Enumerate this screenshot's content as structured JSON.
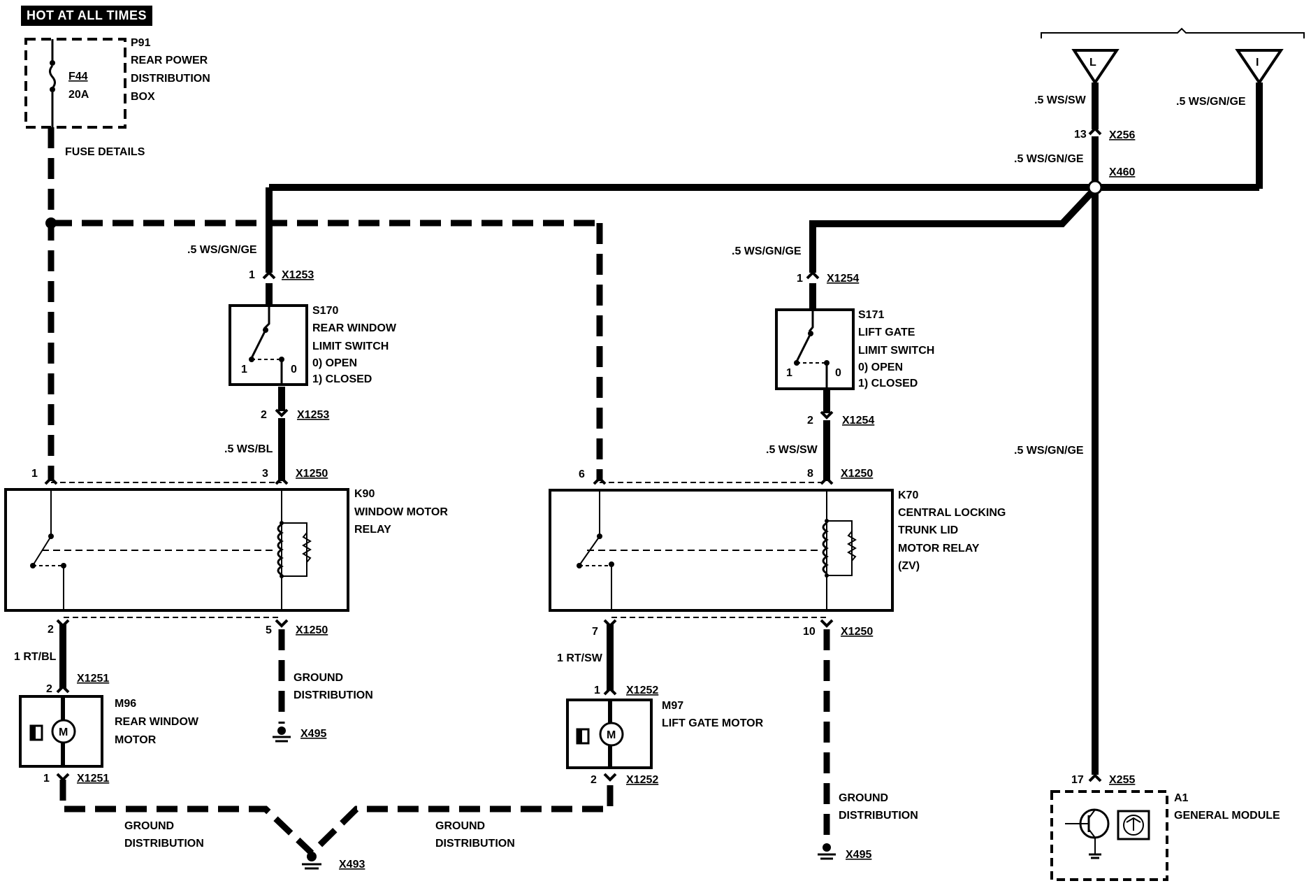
{
  "header": {
    "banner": "HOT AT ALL TIMES"
  },
  "fuse_box": {
    "id": "P91",
    "line1": "REAR POWER",
    "line2": "DISTRIBUTION",
    "line3": "BOX",
    "fuse_id": "F44",
    "fuse_rating": "20A",
    "details": "FUSE DETAILS"
  },
  "wires": {
    "ws_sw": ".5 WS/SW",
    "ws_gn_ge": ".5 WS/GN/GE",
    "ws_bl": ".5 WS/BL",
    "rt_bl": "1 RT/BL",
    "rt_sw": "1 RT/SW"
  },
  "connectors": {
    "x256": "X256",
    "x460": "X460",
    "x1253": "X1253",
    "x1254": "X1254",
    "x1250": "X1250",
    "x1251": "X1251",
    "x1252": "X1252",
    "x495": "X495",
    "x493": "X493",
    "x255": "X255"
  },
  "pins": {
    "p1": "1",
    "p2": "2",
    "p3": "3",
    "p5": "5",
    "p6": "6",
    "p7": "7",
    "p8": "8",
    "p10": "10",
    "p13": "13",
    "p17": "17",
    "sw1": "1",
    "sw0": "0"
  },
  "terminals": {
    "left": "L",
    "right": "I"
  },
  "s170": {
    "id": "S170",
    "line1": "REAR WINDOW",
    "line2": "LIMIT SWITCH",
    "state0": "0)   OPEN",
    "state1": "1)   CLOSED"
  },
  "s171": {
    "id": "S171",
    "line1": "LIFT GATE",
    "line2": "LIMIT SWITCH",
    "state0": "0)   OPEN",
    "state1": "1)   CLOSED"
  },
  "k90": {
    "id": "K90",
    "line1": "WINDOW MOTOR",
    "line2": "RELAY"
  },
  "k70": {
    "id": "K70",
    "line1": "CENTRAL LOCKING",
    "line2": "TRUNK LID",
    "line3": "MOTOR RELAY",
    "line4": "(ZV)"
  },
  "m96": {
    "id": "M96",
    "line1": "REAR WINDOW",
    "line2": "MOTOR",
    "symbol": "M"
  },
  "m97": {
    "id": "M97",
    "line1": "LIFT GATE MOTOR",
    "symbol": "M"
  },
  "a1": {
    "id": "A1",
    "line1": "GENERAL MODULE"
  },
  "ground": {
    "line1": "GROUND",
    "line2": "DISTRIBUTION"
  }
}
